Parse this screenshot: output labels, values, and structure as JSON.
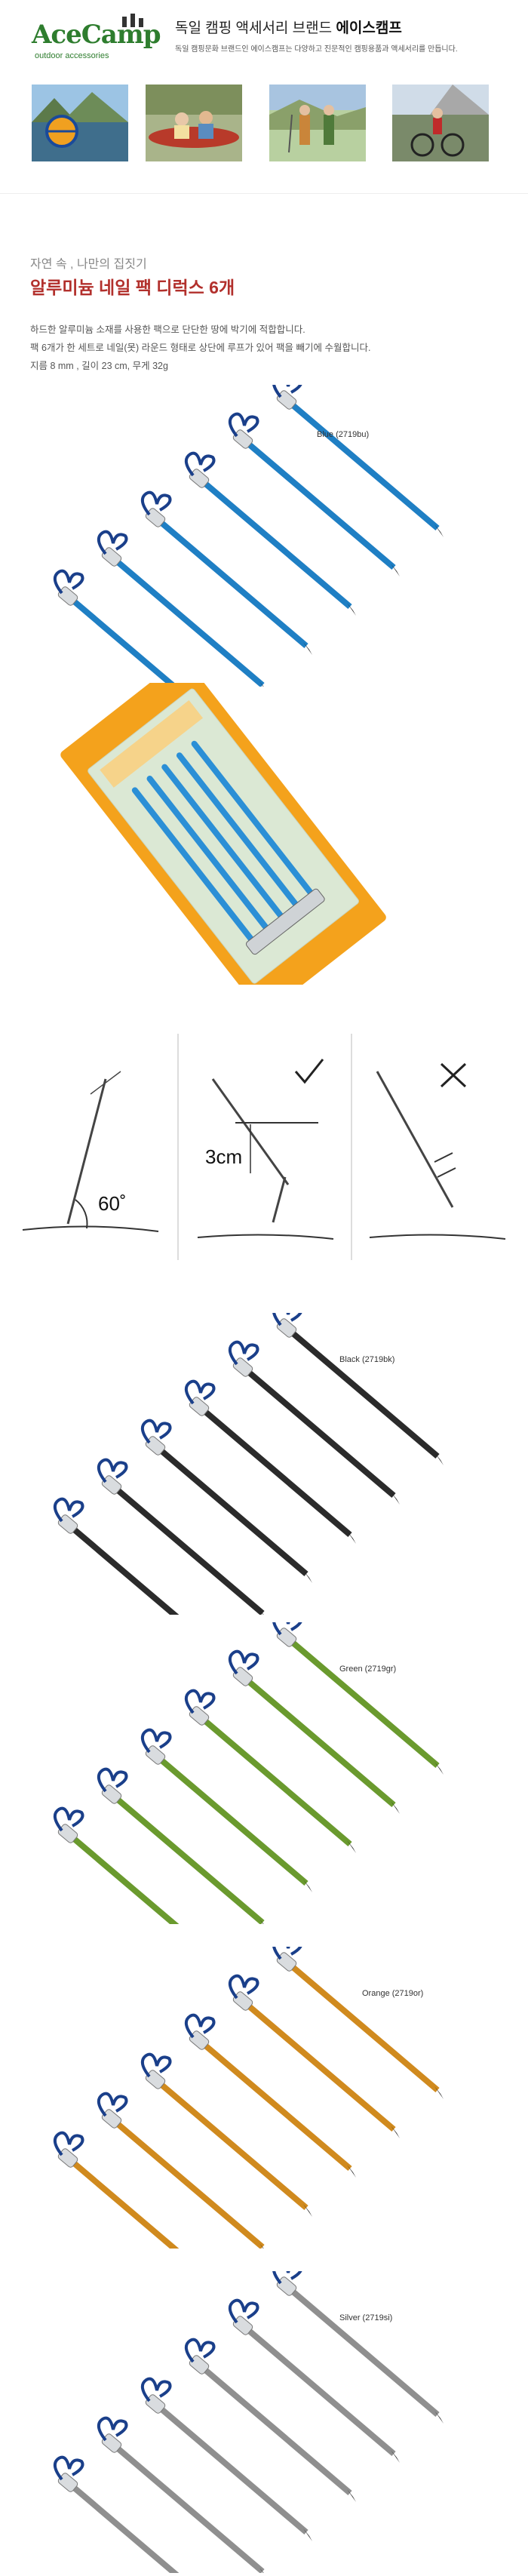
{
  "header": {
    "logo_brand": "AceCamp",
    "logo_sub": "outdoor accessories",
    "title_main": "독일 캠핑 액세서리 브랜드 ",
    "title_bold": "에이스캠프",
    "subtitle": "독일 캠핑문화 브랜드인 에이스캠프는 다양하고 진문적인 캠핑용품과 액세서리를 만듭니다."
  },
  "photos": [
    "lake-photo",
    "canoe-photo",
    "hiking-photo",
    "cycling-photo"
  ],
  "intro": {
    "kicker": "자연 속 , 나만의 집짓기",
    "title": "알루미늄 네일 팩 디럭스 6개",
    "desc_lines": [
      "하드한 알루미늄 소재를 사용한 팩으로 단단한 땅에 박기에 적합합니다.",
      "팩 6개가 한 세트로 네일(못) 라운드 형태로 상단에 루프가 있어 팩을 빼기에 수월합니다.",
      "지름 8 mm , 길이 23 cm, 무게 32g"
    ]
  },
  "colors": [
    {
      "label": "Blue (2719bu)",
      "hex": "#1f7fc4"
    },
    {
      "label": "Black (2719bk)",
      "hex": "#2b2b2b"
    },
    {
      "label": "Green (2719gr)",
      "hex": "#6a9a2e"
    },
    {
      "label": "Orange (2719or)",
      "hex": "#d08a1e"
    },
    {
      "label": "Silver (2719si)",
      "hex": "#8f8f8f"
    }
  ],
  "diagrams": {
    "angle": "60˚",
    "depth": "3cm",
    "ok_mark": "check-icon",
    "bad_mark": "x-icon"
  }
}
